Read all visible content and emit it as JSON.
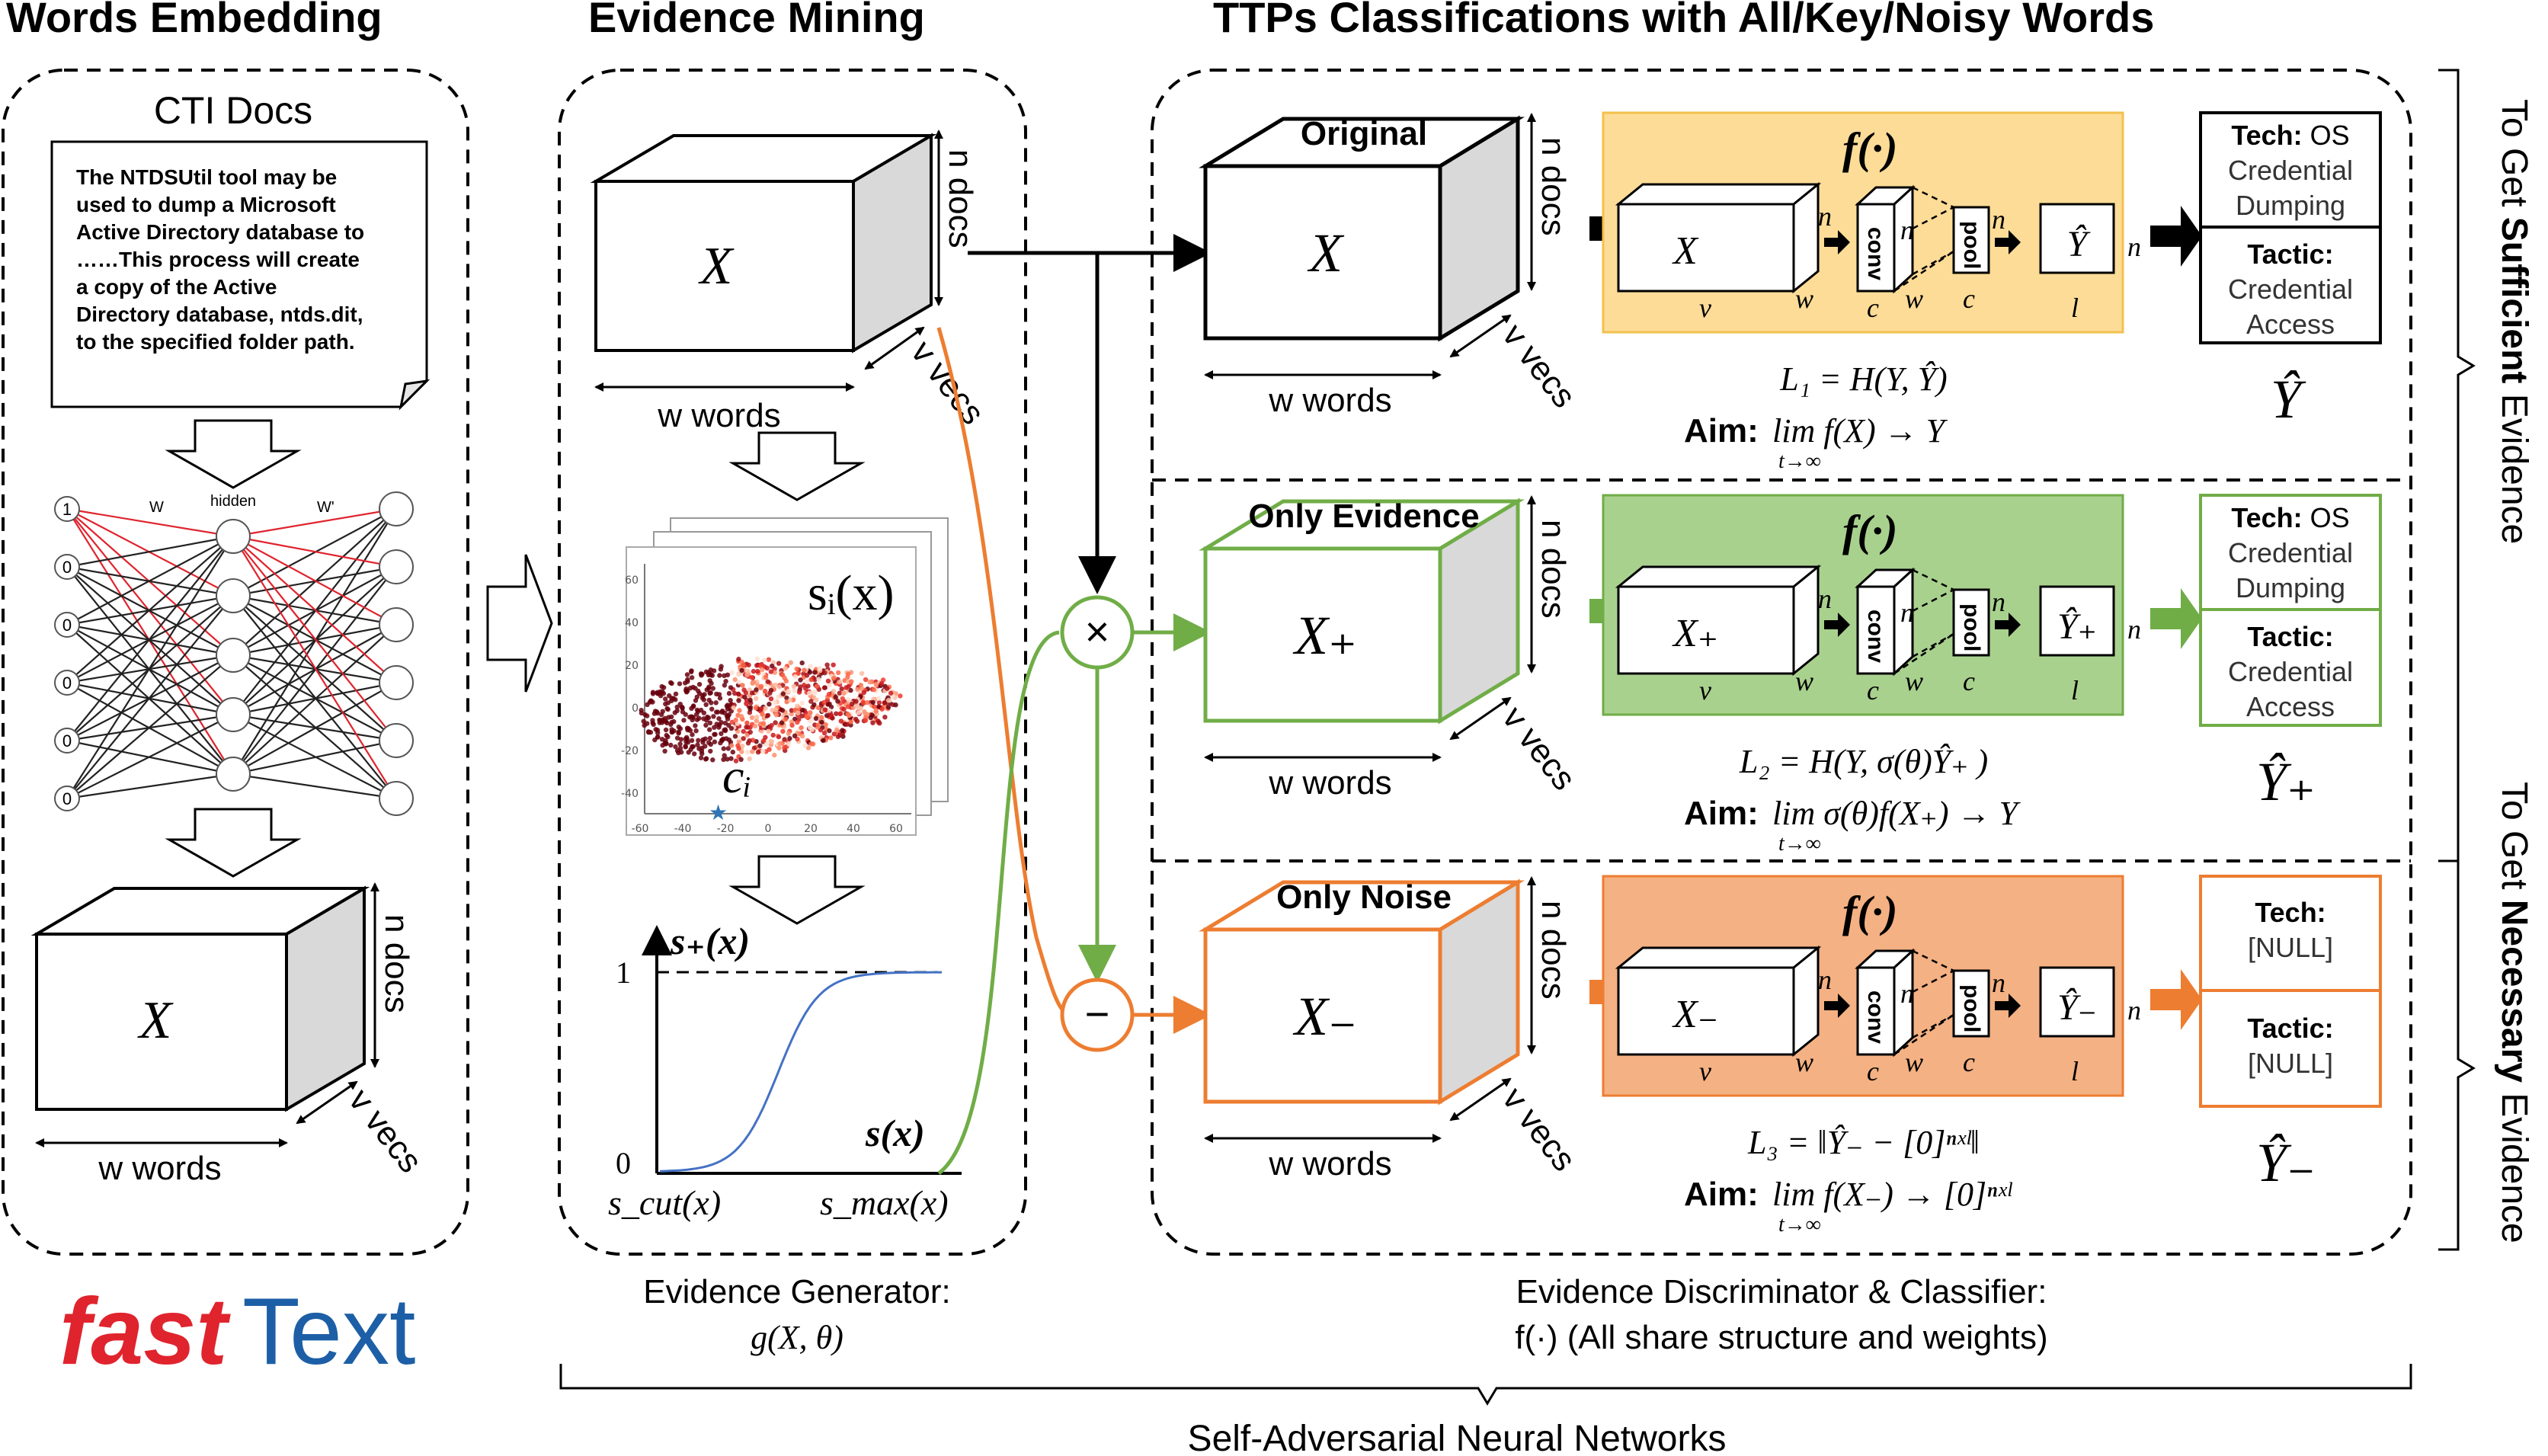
{
  "sections": {
    "words_embedding": "Words Embedding",
    "evidence_mining": "Evidence Mining",
    "ttps": "TTPs Classifications with All/Key/Noisy Words"
  },
  "cti": {
    "title": "CTI Docs",
    "doc_lines": [
      "The NTDSUtil tool may be",
      "used to dump a Microsoft",
      "Active Directory database to",
      "……This process will create",
      "a copy of the Active",
      "Directory database, ntds.dit,",
      "to the specified folder path."
    ]
  },
  "network": {
    "w_label": "W",
    "hidden_label": "hidden",
    "w2_label": "W'",
    "input_values": [
      "1",
      "0",
      "0",
      "0",
      "0",
      "0"
    ]
  },
  "cube_labels": {
    "X": "X",
    "X_plus": "X₊",
    "X_minus": "X₋",
    "w_words": "w words",
    "n_docs": "n docs",
    "v_vecs": "v vecs"
  },
  "logo": {
    "part1": "fast",
    "part2": "Text",
    "color1": "#e0242e",
    "color2": "#1d5fa6"
  },
  "evidence": {
    "scatter_label": "sᵢ(x)",
    "ci_label": "cᵢ",
    "sigmoid_top": "s₊(x)",
    "sigmoid_x": "s(x)",
    "sigmoid_one": "1",
    "sigmoid_zero": "0",
    "s_cut": "s_cut(x)",
    "s_max": "s_max(x)",
    "scatter_ticks_x": [
      "-60",
      "-40",
      "-20",
      "0",
      "20",
      "40",
      "60"
    ],
    "scatter_ticks_y": [
      "60",
      "40",
      "20",
      "0",
      "-20",
      "-40"
    ],
    "caption_line1": "Evidence Generator:",
    "caption_line2": "g(X, θ)"
  },
  "ops": {
    "multiply": "×",
    "minus": "−"
  },
  "rows": [
    {
      "box_title": "Original",
      "f_label": "f(·)",
      "x_label": "X",
      "y_label": "Ŷ",
      "out_top_bold": "Tech:",
      "out_top_rest": " OS",
      "out_top_lines": [
        "Credential",
        "Dumping"
      ],
      "out_bottom_bold": "Tactic:",
      "out_bottom_lines": [
        "Credential",
        "Access"
      ],
      "loss": "L₁ = H(Y, Ŷ)",
      "aim_label": "Aim:",
      "aim_expr": "lim f(X) → Y",
      "lim_sub": "t→∞",
      "y_hat": "Ŷ"
    },
    {
      "box_title": "Only Evidence",
      "f_label": "f(·)",
      "x_label": "X₊",
      "y_label": "Ŷ₊",
      "out_top_bold": "Tech:",
      "out_top_rest": " OS",
      "out_top_lines": [
        "Credential",
        "Dumping"
      ],
      "out_bottom_bold": "Tactic:",
      "out_bottom_lines": [
        "Credential",
        "Access"
      ],
      "loss": "L₂ = H(Y, σ(θ)Ŷ₊ )",
      "aim_label": "Aim:",
      "aim_expr": "lim σ(θ)f(X₊) → Y",
      "lim_sub": "t→∞",
      "y_hat": "Ŷ₊"
    },
    {
      "box_title": "Only Noise",
      "f_label": "f(·)",
      "x_label": "X₋",
      "y_label": "Ŷ₋",
      "out_top_bold": "Tech:",
      "out_top_rest": "",
      "out_top_lines": [
        "[NULL]"
      ],
      "out_bottom_bold": "Tactic:",
      "out_bottom_lines": [
        "[NULL]"
      ],
      "loss": "L₃ = ‖Ŷ₋ − [0]ⁿˣˡ‖",
      "aim_label": "Aim:",
      "aim_expr": "lim f(X₋) → [0]ⁿˣˡ",
      "lim_sub": "t→∞",
      "y_hat": "Ŷ₋"
    }
  ],
  "inner": {
    "n": "n",
    "w": "w",
    "v": "v",
    "c": "c",
    "l": "l",
    "conv": "conv",
    "pool": "pool"
  },
  "colors": {
    "orange_fill": "#fddc97",
    "green_fill": "#a9d18e",
    "red_fill": "#f4b183",
    "green_line": "#70ad47",
    "orange_line": "#ed7d31",
    "cube_side": "#d9d9d9"
  },
  "right_labels": {
    "sufficient_pre": "To Get ",
    "sufficient_bold": "Sufficient",
    "sufficient_post": " Evidence",
    "necessary_pre": "To Get ",
    "necessary_bold": "Necessary",
    "necessary_post": " Evidence"
  },
  "captions": {
    "discriminator_line1": "Evidence Discriminator & Classifier:",
    "discriminator_line2": "f(·) (All share structure and weights)",
    "footer": "Self-Adversarial Neural Networks"
  }
}
